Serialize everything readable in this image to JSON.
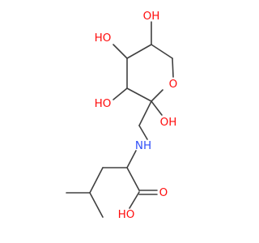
{
  "colors": {
    "bond": "#404040",
    "oxygen": "#ff0d0d",
    "nitrogen": "#3050f8",
    "background": "#ffffff"
  },
  "labels": {
    "oh_top": "OH",
    "ho_upper_left": "HO",
    "ho_lower_left": "HO",
    "ring_oxygen": "O",
    "oh_anomeric": "OH",
    "amine": "NH",
    "carbonyl_oxygen": "O",
    "acid_oxygen": "HO"
  }
}
